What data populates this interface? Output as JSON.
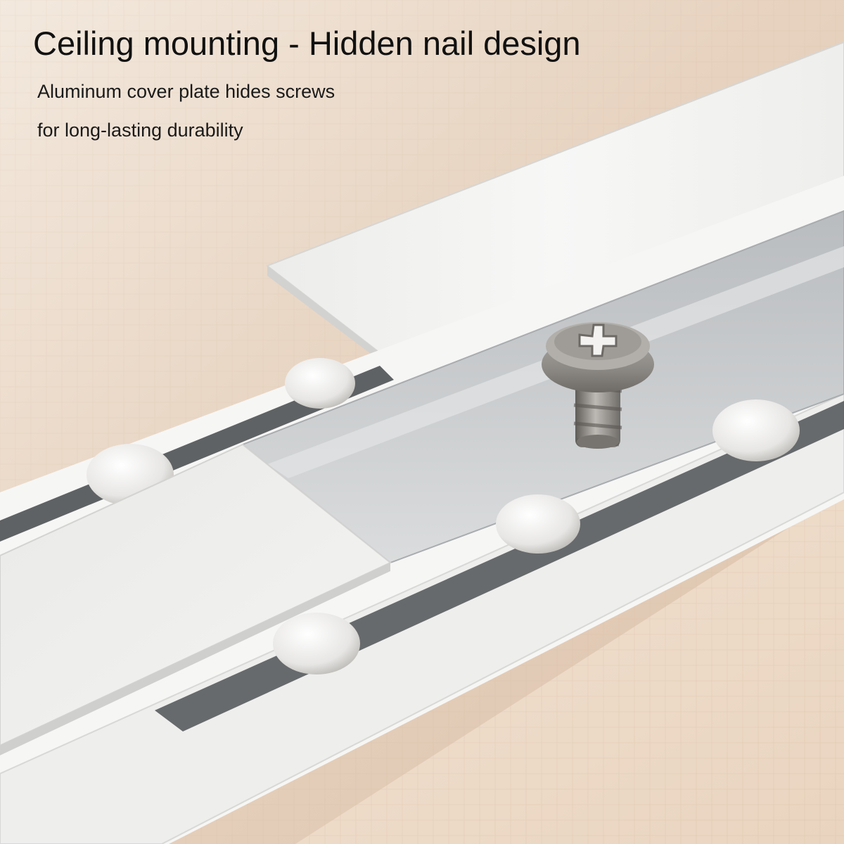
{
  "headline": "Ceiling mounting - Hidden nail design",
  "description": {
    "line1": "Aluminum cover plate hides screws",
    "line2": "for long-lasting durability"
  },
  "illustration": {
    "subject": "aluminum curtain track with sliding cover plate and pan-head cross screw",
    "colors": {
      "wall": "#e8d5c2",
      "track": "#f4f4f3",
      "channel": "#c9ccce",
      "screw": "#8f8c88"
    }
  }
}
